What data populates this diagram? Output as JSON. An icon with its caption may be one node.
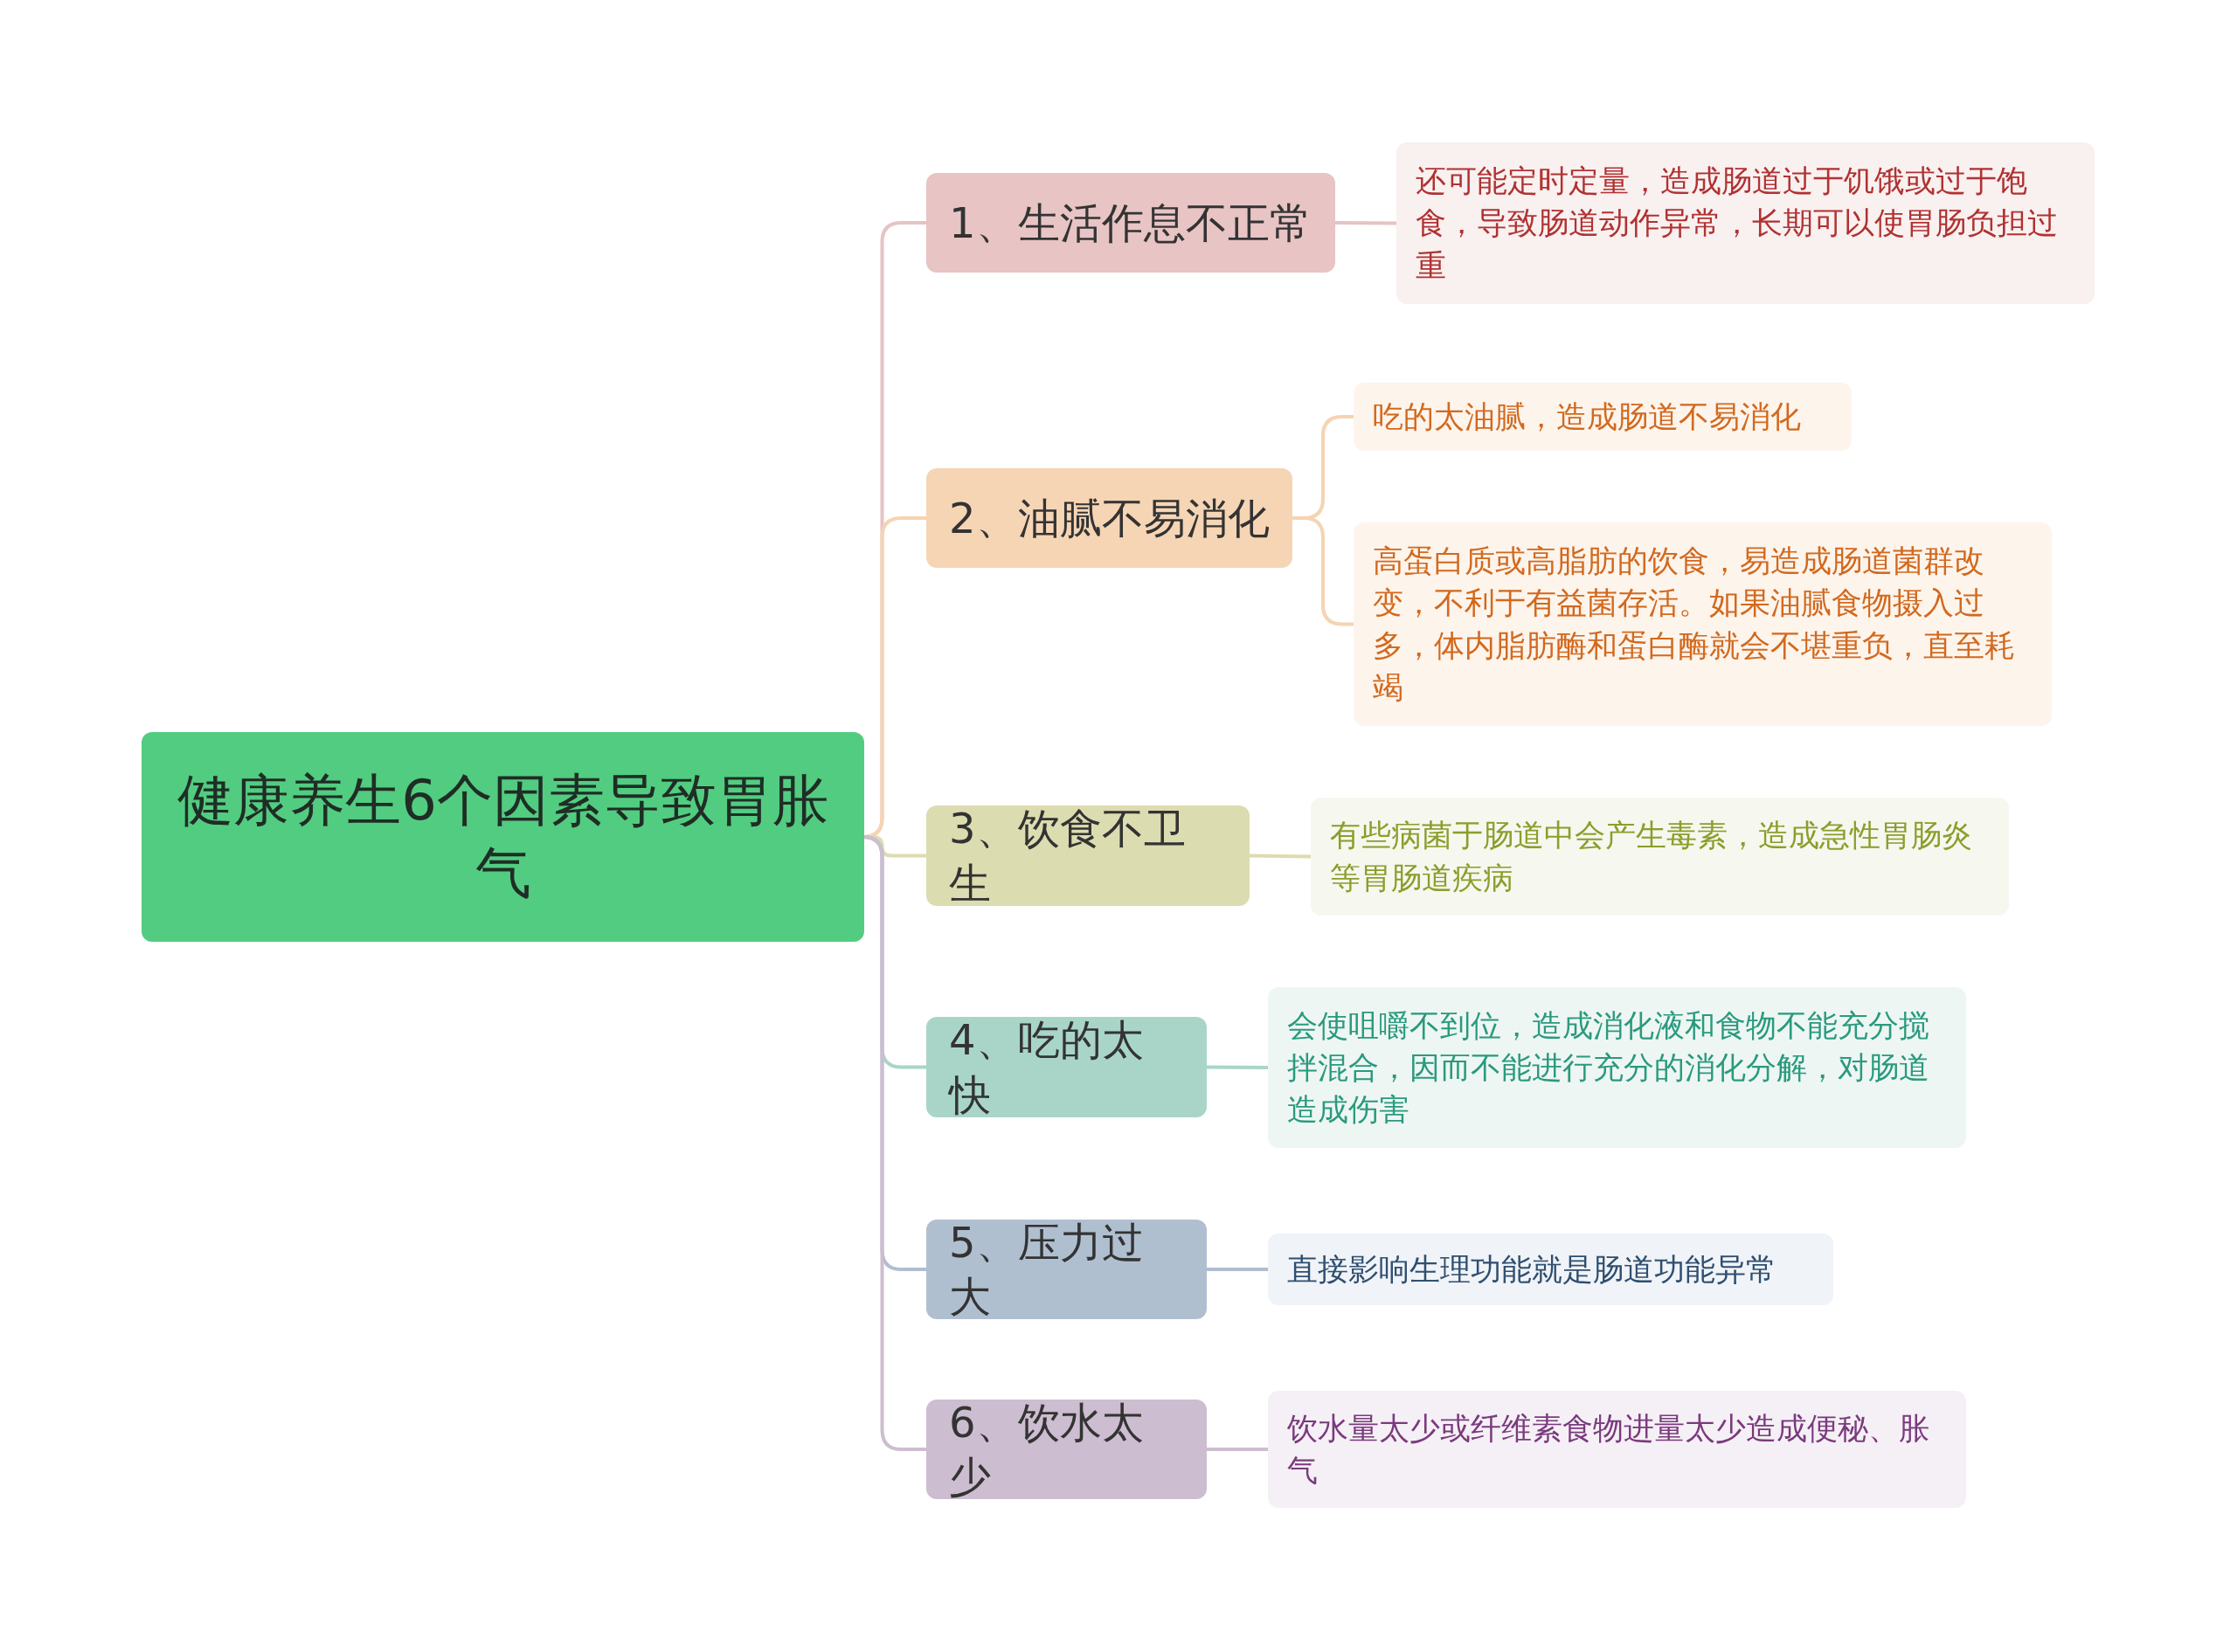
{
  "diagram": {
    "nodes": [
      {
        "text": [
          "健康养生6个因素导致胃胀气"
        ]
      },
      {
        "text": [
          "1、生活作息不正常"
        ]
      },
      {
        "text": [
          "还可能定时定量，造成肠道过于饥饿或过于饱食，导致肠道动作异常，长期可以使胃肠负担过重"
        ]
      },
      {
        "text": [
          "2、油腻不易消化"
        ]
      },
      {
        "text": [
          "吃的太油腻，造成肠道不易消化"
        ]
      },
      {
        "text": [
          "高蛋白质或高脂肪的饮食，易造成肠道菌群改变，不利于有益菌存活。如果油腻食物摄入过多，体内脂肪酶和蛋白酶就会不堪重负，直至耗竭"
        ]
      },
      {
        "text": [
          "3、饮食不卫生"
        ]
      },
      {
        "text": [
          "有些病菌于肠道中会产生毒素，造成急性胃肠炎等胃肠道疾病"
        ]
      },
      {
        "text": [
          "4、吃的太快"
        ]
      },
      {
        "text": [
          "会使咀嚼不到位，造成消化液和食物不能充分搅拌混合，因而不能进行充分的消化分解，对肠道造成伤害"
        ]
      },
      {
        "text": [
          "5、压力过大"
        ]
      },
      {
        "text": [
          "直接影响生理功能就是肠道功能异常"
        ]
      },
      {
        "text": [
          "6、饮水太少"
        ]
      },
      {
        "text": [
          "饮水量太少或纤维素食物进量太少造成便秘、胀气"
        ]
      }
    ],
    "edges": [
      {
        "from": 0,
        "to": 1,
        "arrow": "none",
        "color": "#e6c3c3"
      },
      {
        "from": 0,
        "to": 3,
        "arrow": "none",
        "color": "#f5d4b3"
      },
      {
        "from": 0,
        "to": 6,
        "arrow": "none",
        "color": "#dcdcb0"
      },
      {
        "from": 0,
        "to": 8,
        "arrow": "none",
        "color": "#a9d5c9"
      },
      {
        "from": 0,
        "to": 10,
        "arrow": "none",
        "color": "#b0bfd0"
      },
      {
        "from": 0,
        "to": 12,
        "arrow": "none",
        "color": "#cdbdd0"
      },
      {
        "from": 1,
        "to": 2,
        "arrow": "none",
        "color": "#e6c3c3"
      },
      {
        "from": 3,
        "to": 4,
        "arrow": "none",
        "color": "#f5d4b3"
      },
      {
        "from": 3,
        "to": 5,
        "arrow": "none",
        "color": "#f5d4b3"
      },
      {
        "from": 6,
        "to": 7,
        "arrow": "none",
        "color": "#dcdcb0"
      },
      {
        "from": 8,
        "to": 9,
        "arrow": "none",
        "color": "#a9d5c9"
      },
      {
        "from": 10,
        "to": 11,
        "arrow": "none",
        "color": "#b0bfd0"
      },
      {
        "from": 12,
        "to": 13,
        "arrow": "none",
        "color": "#cdbdd0"
      }
    ]
  }
}
